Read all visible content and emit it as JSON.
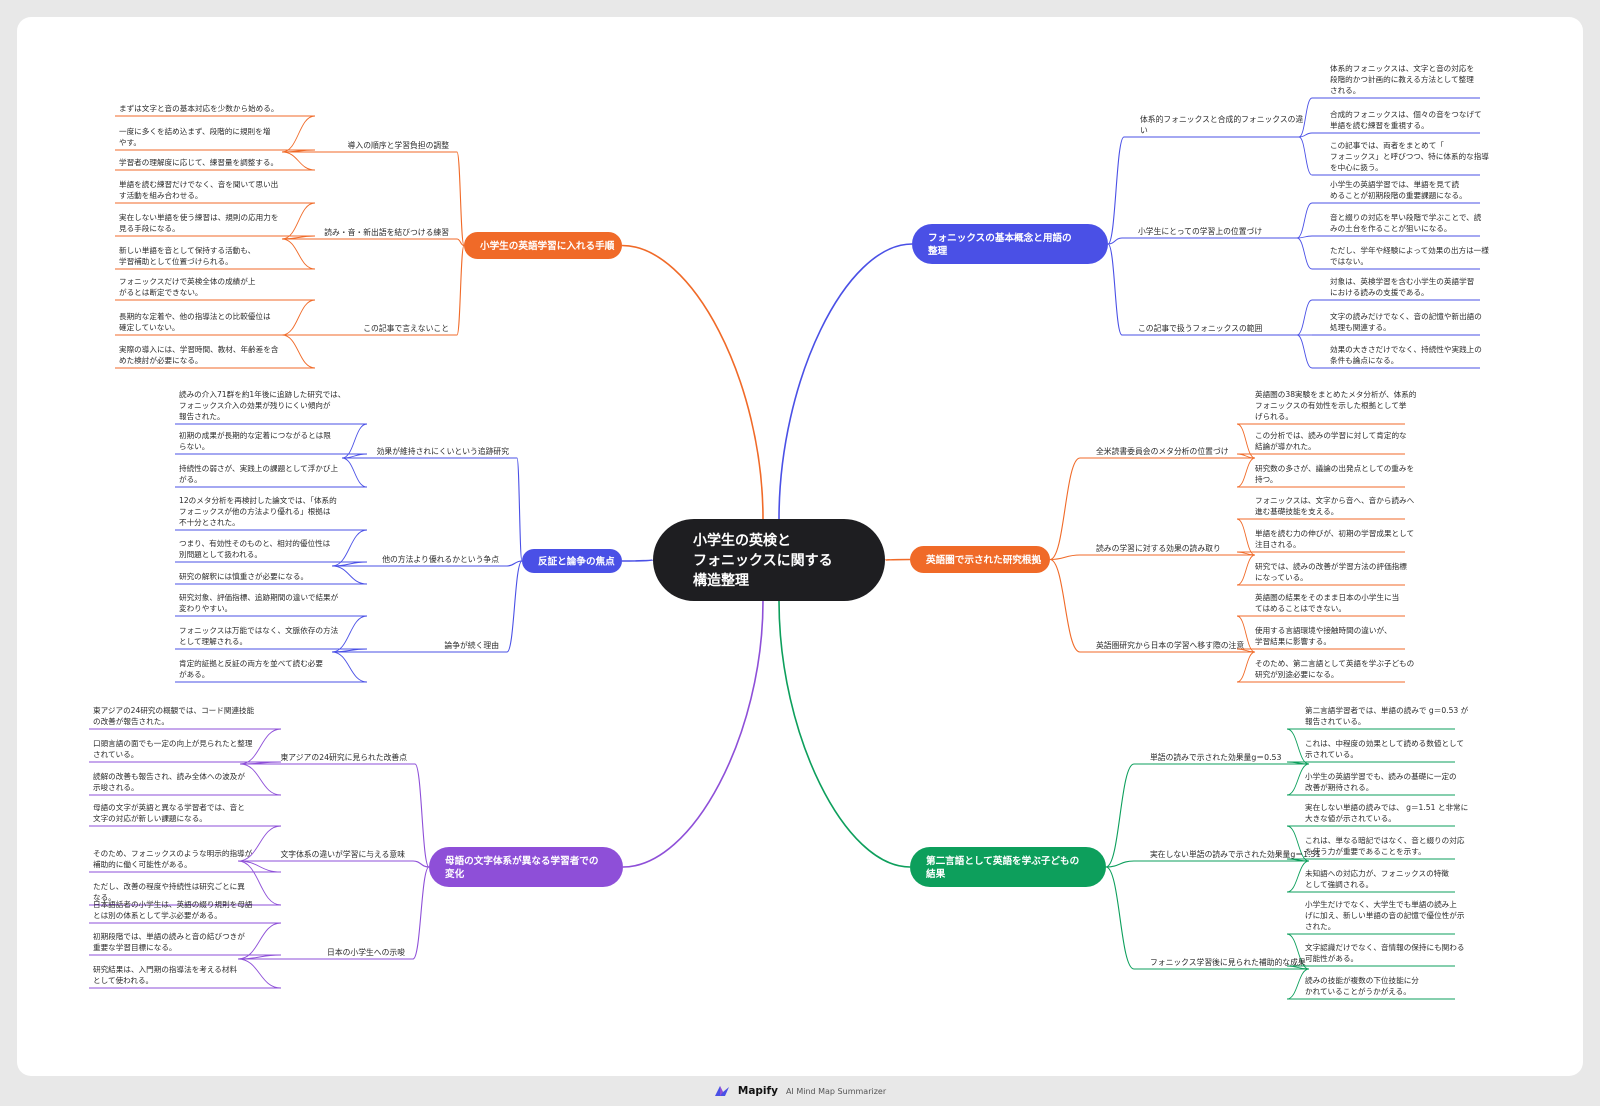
{
  "root": {
    "lines": [
      "小学生の英検と",
      "フォニックスに関する",
      "構造整理"
    ]
  },
  "branches": [
    {
      "color": "#4a50e6",
      "side": "right",
      "lines": [
        "フォニックスの基本概念と用語の",
        "整理"
      ],
      "subs": [
        {
          "lines": [
            "体系的フォニックスと合成的フォニックスの違",
            "い"
          ],
          "leaves": [
            [
              "体系的フォニックスは、文字と音の対応を",
              "段階的かつ計画的に教える方法として整理",
              "される。"
            ],
            [
              "合成的フォニックスは、個々の音をつなげて",
              "単語を読む練習を重視する。"
            ],
            [
              "この記事では、両者をまとめて「",
              "フォニックス」と呼びつつ、特に体系的な指導",
              "を中心に扱う。"
            ]
          ]
        },
        {
          "lines": [
            "小学生にとっての学習上の位置づけ"
          ],
          "leaves": [
            [
              "小学生の英語学習では、単語を見て読",
              "めることが初期段階の重要課題になる。"
            ],
            [
              "音と綴りの対応を早い段階で学ぶことで、読",
              "みの土台を作ることが狙いになる。"
            ],
            [
              "ただし、学年や経験によって効果の出方は一様",
              "ではない。"
            ]
          ]
        },
        {
          "lines": [
            "この記事で扱うフォニックスの範囲"
          ],
          "leaves": [
            [
              "対象は、英検学習を含む小学生の英語学習",
              "における読みの支援である。"
            ],
            [
              "文字の読みだけでなく、音の記憶や新出語の",
              "処理も関連する。"
            ],
            [
              "効果の大きさだけでなく、持続性や実践上の",
              "条件も論点になる。"
            ]
          ]
        }
      ]
    },
    {
      "color": "#f06a28",
      "side": "right",
      "lines": [
        "英語圏で示された研究根拠"
      ],
      "subs": [
        {
          "lines": [
            "全米読書委員会のメタ分析の位置づけ"
          ],
          "leaves": [
            [
              "英語圏の38実験をまとめたメタ分析が、体系的",
              "フォニックスの有効性を示した根拠として挙",
              "げられる。"
            ],
            [
              "この分析では、読みの学習に対して肯定的な",
              "結論が導かれた。"
            ],
            [
              "研究数の多さが、議論の出発点としての重みを",
              "持つ。"
            ]
          ]
        },
        {
          "lines": [
            "読みの学習に対する効果の読み取り"
          ],
          "leaves": [
            [
              "フォニックスは、文字から音へ、音から読みへ",
              "進む基礎技能を支える。"
            ],
            [
              "単語を読む力の伸びが、初期の学習成果として",
              "注目される。"
            ],
            [
              "研究では、読みの改善が学習方法の評価指標",
              "になっている。"
            ]
          ]
        },
        {
          "lines": [
            "英語圏研究から日本の学習へ移す際の注意"
          ],
          "leaves": [
            [
              "英語圏の結果をそのまま日本の小学生に当",
              "てはめることはできない。"
            ],
            [
              "使用する言語環境や接触時間の違いが、",
              "学習結果に影響する。"
            ],
            [
              "そのため、第二言語として英語を学ぶ子どもの",
              "研究が別途必要になる。"
            ]
          ]
        }
      ]
    },
    {
      "color": "#0d9f5c",
      "side": "right",
      "lines": [
        "第二言語として英語を学ぶ子どもの",
        "結果"
      ],
      "subs": [
        {
          "lines": [
            "単語の読みで示された効果量g＝0.53"
          ],
          "leaves": [
            [
              "第二言語学習者では、単語の読みで g＝0.53 が",
              "報告されている。"
            ],
            [
              "これは、中程度の効果として読める数値として",
              "示されている。"
            ],
            [
              "小学生の英語学習でも、読みの基礎に一定の",
              "改善が期待される。"
            ]
          ]
        },
        {
          "lines": [
            "実在しない単語の読みで示された効果量g＝1.51"
          ],
          "leaves": [
            [
              "実在しない単語の読みでは、 g＝1.51 と非常に",
              "大きな値が示されている。"
            ],
            [
              "これは、単なる暗記ではなく、音と綴りの対応",
              "を使う力が重要であることを示す。"
            ],
            [
              "未知語への対応力が、フォニックスの特徴",
              "として強調される。"
            ]
          ]
        },
        {
          "lines": [
            "フォニックス学習後に見られた補助的な成果"
          ],
          "leaves": [
            [
              "小学生だけでなく、大学生でも単語の読み上",
              "げに加え、新しい単語の音の記憶で優位性が示",
              "された。"
            ],
            [
              "文字認識だけでなく、音情報の保持にも関わる",
              "可能性がある。"
            ],
            [
              "読みの技能が複数の下位技能に分",
              "かれていることがうかがえる。"
            ]
          ]
        }
      ]
    },
    {
      "color": "#f06a28",
      "side": "left",
      "lines": [
        "小学生の英語学習に入れる手順"
      ],
      "subs": [
        {
          "lines": [
            "導入の順序と学習負担の調整"
          ],
          "leaves": [
            [
              "まずは文字と音の基本対応を少数から始める。"
            ],
            [
              "一度に多くを詰め込まず、段階的に規則を増",
              "やす。"
            ],
            [
              "学習者の理解度に応じて、練習量を調整する。"
            ]
          ]
        },
        {
          "lines": [
            "読み・音・新出語を結びつける練習"
          ],
          "leaves": [
            [
              "単語を読む練習だけでなく、音を聞いて思い出",
              "す活動を組み合わせる。"
            ],
            [
              "実在しない単語を使う練習は、規則の応用力を",
              "見る手段になる。"
            ],
            [
              "新しい単語を音として保持する活動も、",
              "学習補助として位置づけられる。"
            ]
          ]
        },
        {
          "lines": [
            "この記事で言えないこと"
          ],
          "leaves": [
            [
              "フォニックスだけで英検全体の成績が上",
              "がるとは断定できない。"
            ],
            [
              "長期的な定着や、他の指導法との比較優位は",
              "確定していない。"
            ],
            [
              "実際の導入には、学習時間、教材、年齢差を含",
              "めた検討が必要になる。"
            ]
          ]
        }
      ]
    },
    {
      "color": "#4a50e6",
      "side": "left",
      "lines": [
        "反証と論争の焦点"
      ],
      "subs": [
        {
          "lines": [
            "効果が維持されにくいという追跡研究"
          ],
          "leaves": [
            [
              "読みの介入71群を約1年後に追跡した研究では、",
              "フォニックス介入の効果が残りにくい傾向が",
              "報告された。"
            ],
            [
              "初期の成果が長期的な定着につながるとは限",
              "らない。"
            ],
            [
              "持続性の弱さが、実践上の課題として浮かび上",
              "がる。"
            ]
          ]
        },
        {
          "lines": [
            "他の方法より優れるかという争点"
          ],
          "leaves": [
            [
              "12のメタ分析を再検討した論文では、「体系的",
              "フォニックスが他の方法より優れる」根拠は",
              "不十分とされた。"
            ],
            [
              "つまり、有効性そのものと、相対的優位性は",
              "別問題として扱われる。"
            ],
            [
              "研究の解釈には慎重さが必要になる。"
            ]
          ]
        },
        {
          "lines": [
            "論争が続く理由"
          ],
          "leaves": [
            [
              "研究対象、評価指標、追跡期間の違いで結果が",
              "変わりやすい。"
            ],
            [
              "フォニックスは万能ではなく、文脈依存の方法",
              "として理解される。"
            ],
            [
              "肯定的証拠と反証の両方を並べて読む必要",
              "がある。"
            ]
          ]
        }
      ]
    },
    {
      "color": "#8e4fd8",
      "side": "left",
      "lines": [
        "母語の文字体系が異なる学習者での",
        "変化"
      ],
      "subs": [
        {
          "lines": [
            "東アジアの24研究に見られた改善点"
          ],
          "leaves": [
            [
              "東アジアの24研究の概観では、コード関連技能",
              "の改善が報告された。"
            ],
            [
              "口頭言語の面でも一定の向上が見られたと整理",
              "されている。"
            ],
            [
              "読解の改善も報告され、読み全体への波及が",
              "示唆される。"
            ]
          ]
        },
        {
          "lines": [
            "文字体系の違いが学習に与える意味"
          ],
          "leaves": [
            [
              "母語の文字が英語と異なる学習者では、音と",
              "文字の対応が新しい課題になる。"
            ],
            [
              "そのため、フォニックスのような明示的指導が",
              "補助的に働く可能性がある。"
            ],
            [
              "ただし、改善の程度や持続性は研究ごとに異",
              "なる。"
            ]
          ]
        },
        {
          "lines": [
            "日本の小学生への示唆"
          ],
          "leaves": [
            [
              "日本語話者の小学生は、英語の綴り規則を母語",
              "とは別の体系として学ぶ必要がある。"
            ],
            [
              "初期段階では、単語の読みと音の結びつきが",
              "重要な学習目標になる。"
            ],
            [
              "研究結果は、入門期の指導法を考える材料",
              "として使われる。"
            ]
          ]
        }
      ]
    }
  ],
  "footer": {
    "brand": "Mapify",
    "tagline": "AI Mind Map Summarizer"
  }
}
